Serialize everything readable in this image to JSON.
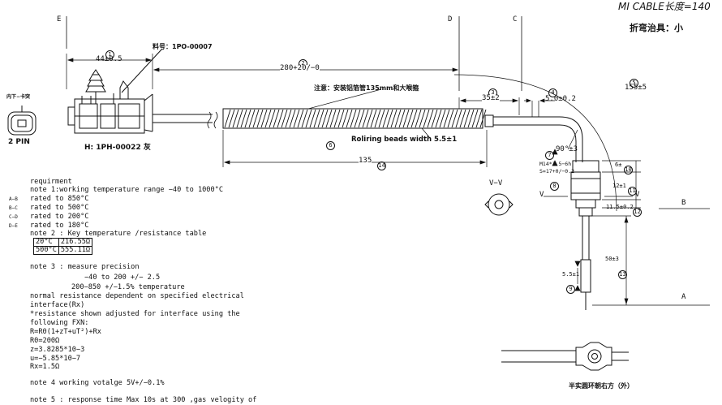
{
  "header": {
    "cable_spec": "MI CABLE长度=140",
    "bend_tool": "折弯治具：小"
  },
  "frame_labels": {
    "e": "E",
    "d": "D",
    "c": "C",
    "b": "B",
    "a": "A"
  },
  "connector": {
    "side_label": "内下−卡突",
    "pin_label": "2 PIN",
    "part_no": "料号：1PO-00007",
    "housing_label": "H: 1PH-00022 灰",
    "balloon_1": "1",
    "dim_1": "44±0.5"
  },
  "dimensions": {
    "balloon_2": "2",
    "dim_2": "280+20/−0",
    "balloon_3": "3",
    "dim_3": "35±2",
    "balloon_4": "4",
    "dim_4": "5.0±0.2",
    "balloon_5": "5",
    "dim_5": "155±5",
    "balloon_6": "6",
    "bead_label": "Roliring beads width 5.5±1",
    "bead_note": "注意：安装铝箔管135mm和大喉箍",
    "balloon_7": "7",
    "dim_7": "90°±3",
    "balloon_8": "8",
    "thread": "M14*1.5−6h",
    "hex": "S=17+0/−0.2",
    "balloon_9": "9",
    "dim_9": "5.5±1",
    "dim_10": "6±",
    "balloon_10": "10",
    "dim_11": "12±1",
    "balloon_11": "11",
    "dim_12": "11.5±0.2",
    "balloon_12": "12",
    "dim_13": "50±3",
    "balloon_13": "13",
    "dim_14": "135",
    "balloon_14": "14",
    "section_label": "V−V",
    "section_mark_left": "V",
    "section_mark_right": "V"
  },
  "bottom_caption": "半实圆环朝右方（外）",
  "notes": {
    "title": "requirment",
    "note1": "note 1:working temperature range −40 to 1000°C",
    "zones": [
      {
        "zone": "A−B",
        "text": "rated to 850°C"
      },
      {
        "zone": "B−C",
        "text": "rated to 500°C"
      },
      {
        "zone": "C−D",
        "text": "rated to 200°C"
      },
      {
        "zone": "D−E",
        "text": "rated to 180°C"
      }
    ],
    "note2": "note 2 : Key temperature /resistance table",
    "table": [
      {
        "temp": "20°C",
        "res": "216.55Ω"
      },
      {
        "temp": "500°C",
        "res": "555.11Ω"
      }
    ],
    "note3": "note 3 : measure precision",
    "precision_1": "−40 to 200 +/− 2.5",
    "precision_2": "200−850 +/−1.5% temperature",
    "normal_resistance": "normal resistance dependent on specified electrical",
    "interface": "interface(Rx)",
    "resistance_shown": "*resistance shown adjusted for interface using the",
    "following": "following FXN:",
    "formula_r": "R=R0(1+zT+uT²)+Rx",
    "formula_r0": "R0=200Ω",
    "formula_z": "z=3.8285*10−3",
    "formula_u": "u=−5.85*10−7",
    "formula_rx": "Rx=1.5Ω",
    "note4": "note 4 working votalge 5V+/−0.1%",
    "note5": "note 5 : response time Max 10s at 300 ,gas velogity of"
  }
}
